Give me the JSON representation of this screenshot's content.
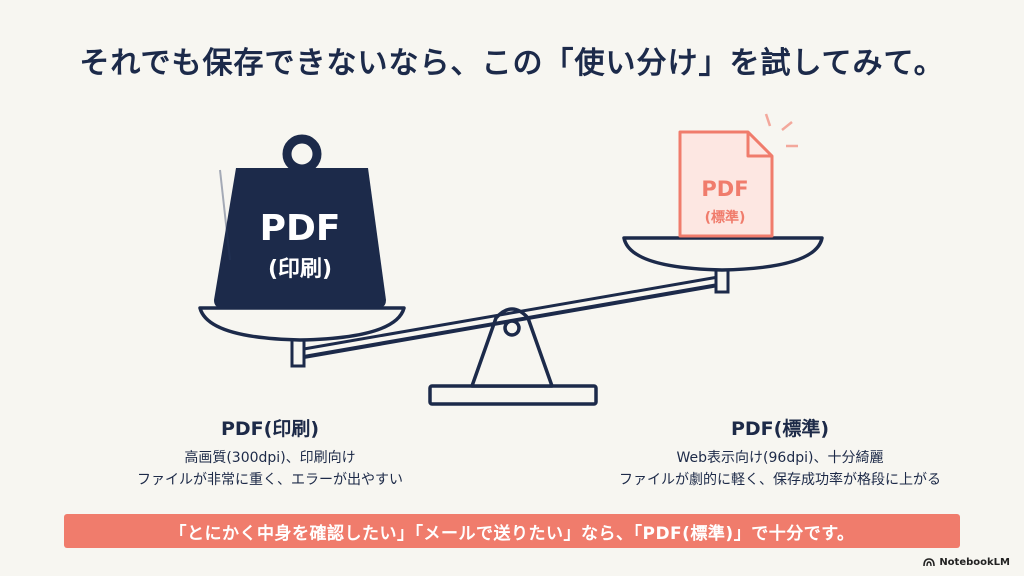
{
  "title": "それでも保存できないなら、この「使い分け」を試してみて。",
  "weight": {
    "line1": "PDF",
    "line2": "(印刷)"
  },
  "document": {
    "line1": "PDF",
    "line2": "(標準)"
  },
  "left_caption": {
    "heading": "PDF(印刷)",
    "line1": "高画質(300dpi)、印刷向け",
    "line2": "ファイルが非常に重く、エラーが出やすい"
  },
  "right_caption": {
    "heading": "PDF(標準)",
    "line1": "Web表示向け(96dpi)、十分綺麗",
    "line2": "ファイルが劇的に軽く、保存成功率が格段に上がる"
  },
  "banner": "「とにかく中身を確認したい」「メールで送りたい」なら、「PDF(標準)」で十分です。",
  "brand": "NotebookLM",
  "colors": {
    "navy": "#1c2a4a",
    "coral": "#f07c6c",
    "background": "#f7f6f1"
  }
}
